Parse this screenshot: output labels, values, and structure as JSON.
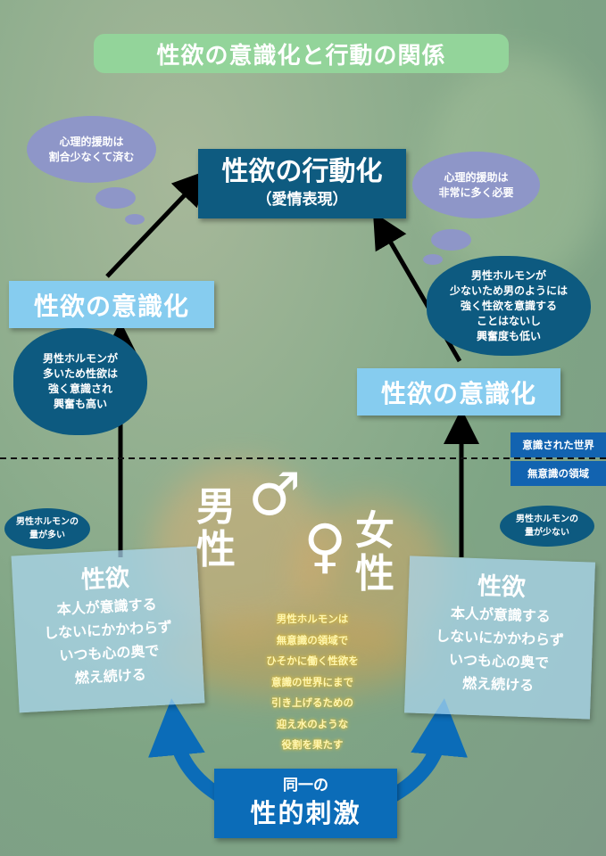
{
  "title": "性欲の意識化と行動の関係",
  "top_box": {
    "title": "性欲の行動化",
    "subtitle": "（愛情表現）"
  },
  "left": {
    "thought": [
      "心理的援助は",
      "割合少なくて済む"
    ],
    "consciousness_box": "性欲の意識化",
    "cloud": [
      "男性ホルモンが",
      "多いため性欲は",
      "強く意識され",
      "興奮も高い"
    ],
    "hormone_bubble": [
      "男性ホルモンの",
      "量が多い"
    ],
    "gender": [
      "男",
      "性"
    ],
    "gender_symbol": "♂",
    "card": {
      "heading": "性欲",
      "lines": [
        "本人が意識する",
        "しないにかかわらず",
        "いつも心の奥で",
        "燃え続ける"
      ]
    }
  },
  "right": {
    "thought": [
      "心理的援助は",
      "非常に多く必要"
    ],
    "consciousness_box": "性欲の意識化",
    "cloud": [
      "男性ホルモンが",
      "少ないため男のようには",
      "強く性欲を意識する",
      "ことはないし",
      "興奮度も低い"
    ],
    "hormone_bubble": [
      "男性ホルモンの",
      "量が少ない"
    ],
    "gender": [
      "女",
      "性"
    ],
    "gender_symbol": "♀",
    "card": {
      "heading": "性欲",
      "lines": [
        "本人が意識する",
        "しないにかかわらず",
        "いつも心の奥で",
        "燃え続ける"
      ]
    }
  },
  "world_labels": {
    "conscious": "意識された世界",
    "unconscious": "無意識の領域"
  },
  "center_text": [
    "男性ホルモンは",
    "無意識の領域で",
    "ひそかに働く性欲を",
    "意識の世界にまで",
    "引き上げるための",
    "迎え水のような",
    "役割を果たす"
  ],
  "stimulus": {
    "line1": "同一の",
    "line2": "性的刺激"
  },
  "colors": {
    "dark_blue": "#0e5b80",
    "light_blue": "#86ccef",
    "thought": "#8e96c8",
    "title_bg": "#93d49a",
    "stimulus": "#0b6cb8"
  }
}
